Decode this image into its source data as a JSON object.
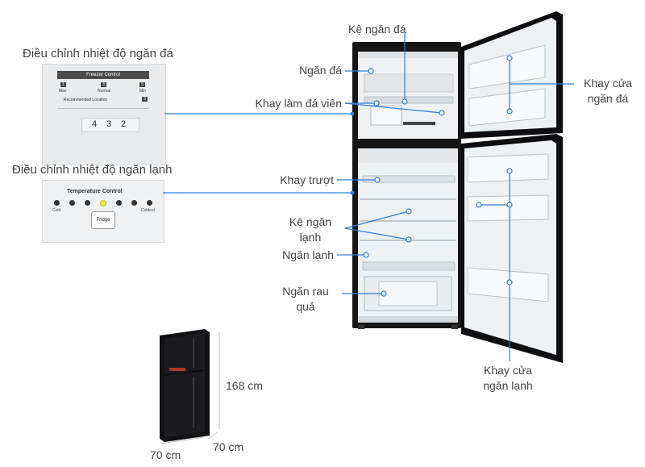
{
  "panels": {
    "freezer_title": "Điều chỉnh nhiệt độ ngăn đá",
    "freezer_control": {
      "header": "Freezer Control",
      "levels": [
        "1",
        "3",
        "5"
      ],
      "level_names": [
        "Max",
        "Normal",
        "Min"
      ],
      "recommended": "Recommended Location",
      "recommended_num": "3",
      "dial": [
        "4",
        "3",
        "2"
      ]
    },
    "fridge_title": "Điều chỉnh nhiệt độ ngăn lạnh",
    "temperature_control": {
      "header": "Temperature Control",
      "cold": "Cold",
      "coldest": "Coldest",
      "button": "Fridge"
    }
  },
  "labels": {
    "ke_ngan_da": "Kệ ngăn đá",
    "ngan_da": "Ngăn đá",
    "khay_lam_da": "Khay làm đá viên",
    "khay_truot": "Khay trượt",
    "ke_ngan_lanh_1": "Kệ ngăn",
    "ke_ngan_lanh_2": "lạnh",
    "ngan_lanh": "Ngăn lạnh",
    "ngan_rau_1": "Ngăn rau",
    "ngan_rau_2": "quả",
    "khay_cua_da_1": "Khay cửa",
    "khay_cua_da_2": "ngăn đá",
    "khay_cua_lanh_1": "Khay cửa",
    "khay_cua_lanh_2": "ngăn lạnh"
  },
  "dimensions": {
    "height": "168 cm",
    "width": "70 cm",
    "depth": "70 cm"
  },
  "colors": {
    "callout_line": "#2d7fd6",
    "fridge_body": "#0f0f11",
    "interior": "#eef1f3"
  }
}
